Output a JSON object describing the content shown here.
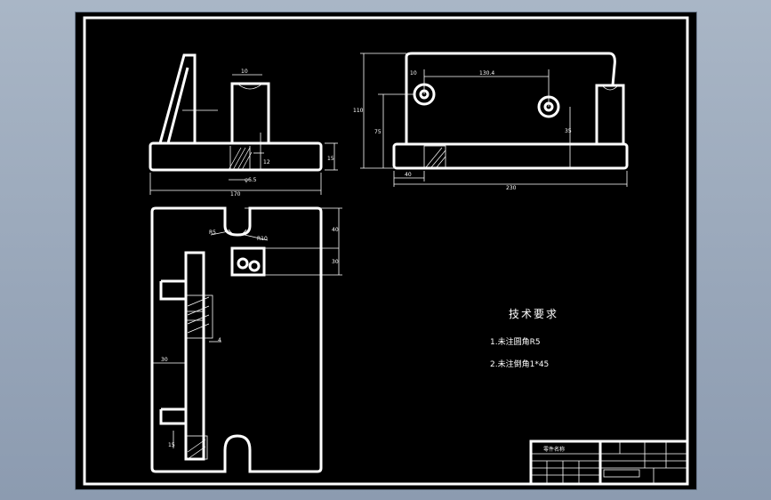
{
  "technical_requirements": {
    "title": "技术要求",
    "items": [
      "1.未注圆角R5",
      "2.未注倒角1*45"
    ]
  },
  "dimensions": {
    "front_width": "170",
    "front_base_height": "15",
    "front_hole": "φ6.5",
    "front_slot_width": "10",
    "front_slot_depth": "12",
    "side_total_length": "230",
    "side_height": "110",
    "side_hole_spacing": "130.4",
    "side_hole_offset": "10",
    "side_hole_height": "75",
    "side_hole_height_right": "35",
    "side_left_offset": "40",
    "top_notch_depth": "40",
    "top_notch_height": "30",
    "top_radius": "R5",
    "top_slot": "R10",
    "top_left_offset": "30",
    "top_tick": "4",
    "top_small": "15"
  },
  "title_block": {
    "label": "零件名称"
  },
  "colors": {
    "background": "#000000",
    "frame_outer": "#9aa8bb",
    "lines": "#ffffff"
  }
}
